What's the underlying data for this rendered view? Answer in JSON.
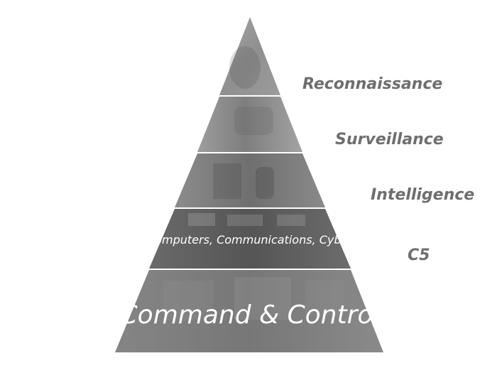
{
  "pyramid": {
    "tiers": [
      {
        "label": "Reconnaissance"
      },
      {
        "label": "Surveillance"
      },
      {
        "label": "Intelligence"
      },
      {
        "label": "C5",
        "inner_label": "Computers, Communications, Cyber"
      },
      {
        "inner_label": "Command & Control"
      }
    ],
    "colors": {
      "tier_fill_top": "#9a9a9a",
      "tier_fill_mid": "#8a8a8a",
      "tier_fill_low": "#7a7a7a",
      "tier_fill_base": "#808080",
      "divider": "#e6e6e6",
      "outer_label": "#6e6e6e",
      "inner_label": "#ffffff"
    }
  }
}
